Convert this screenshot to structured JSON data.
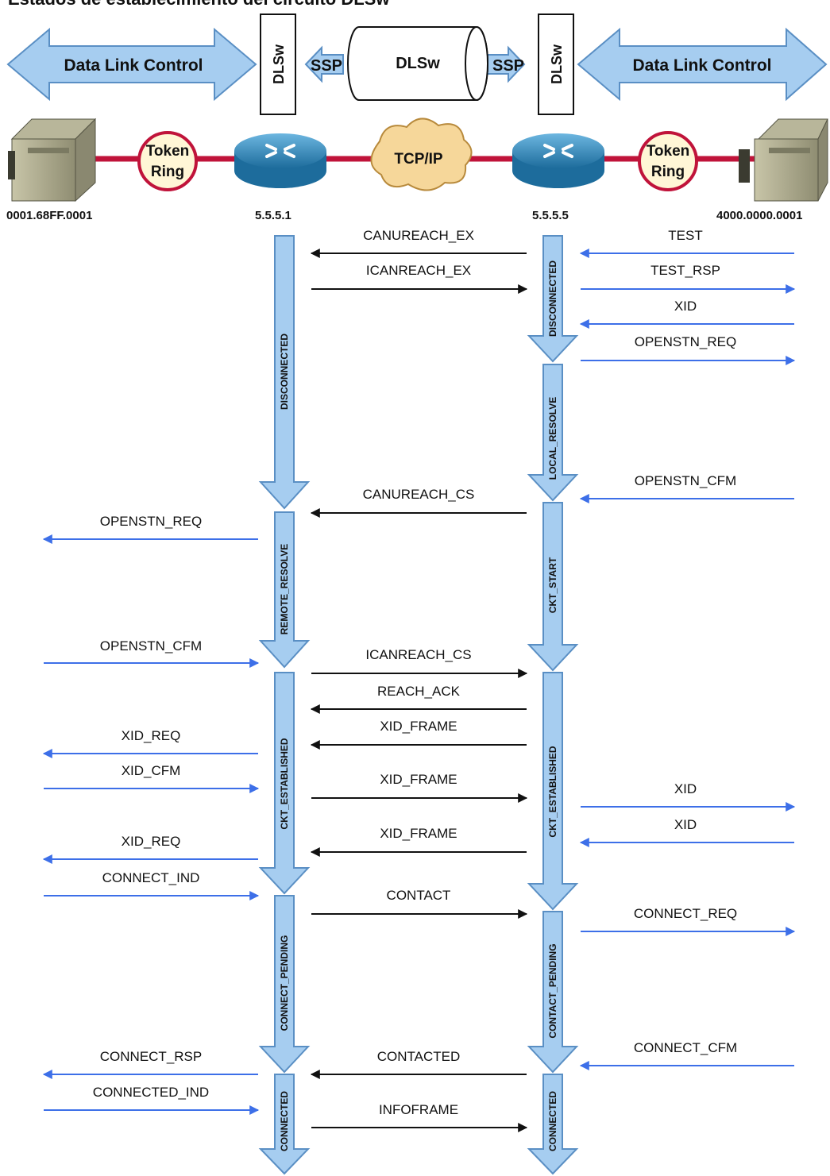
{
  "title": "Estados de establecimiento del circuito DLSw",
  "top": {
    "dlc_left": "Data Link Control",
    "dlc_right": "Data Link Control",
    "dlsw_left": "DLSw",
    "dlsw_right": "DLSw",
    "ssp_left": "SSP",
    "ssp_right": "SSP",
    "cylinder": "DLSw"
  },
  "network": {
    "token_ring_left": [
      "Token",
      "Ring"
    ],
    "token_ring_right": [
      "Token",
      "Ring"
    ],
    "cloud": "TCP/IP"
  },
  "addresses": {
    "host_left": "0001.68FF.0001",
    "router_left": "5.5.5.1",
    "router_right": "5.5.5.5",
    "host_right": "4000.0000.0001"
  },
  "states_left": [
    {
      "label": "DISCONNECTED"
    },
    {
      "label": "REMOTE_RESOLVE"
    },
    {
      "label": "CKT_ESTABLISHED"
    },
    {
      "label": "CONNECT_PENDING"
    },
    {
      "label": "CONNECTED"
    }
  ],
  "states_right": [
    {
      "label": "DISCONNECTED"
    },
    {
      "label": "LOCAL_RESOLVE"
    },
    {
      "label": "CKT_START"
    },
    {
      "label": "CKT_ESTABLISHED"
    },
    {
      "label": "CONTACT_PENDING"
    },
    {
      "label": "CONNECTED"
    }
  ],
  "messages_left": [
    {
      "label": "OPENSTN_REQ",
      "dir": "left"
    },
    {
      "label": "OPENSTN_CFM",
      "dir": "right"
    },
    {
      "label": "XID_REQ",
      "dir": "left"
    },
    {
      "label": "XID_CFM",
      "dir": "right"
    },
    {
      "label": "XID_REQ",
      "dir": "left"
    },
    {
      "label": "CONNECT_IND",
      "dir": "right"
    },
    {
      "label": "CONNECT_RSP",
      "dir": "left"
    },
    {
      "label": "CONNECTED_IND",
      "dir": "right"
    }
  ],
  "messages_middle": [
    {
      "label": "CANUREACH_EX",
      "dir": "left"
    },
    {
      "label": "ICANREACH_EX",
      "dir": "right"
    },
    {
      "label": "CANUREACH_CS",
      "dir": "left"
    },
    {
      "label": "ICANREACH_CS",
      "dir": "right"
    },
    {
      "label": "REACH_ACK",
      "dir": "left"
    },
    {
      "label": "XID_FRAME",
      "dir": "left"
    },
    {
      "label": "XID_FRAME",
      "dir": "right"
    },
    {
      "label": "XID_FRAME",
      "dir": "left"
    },
    {
      "label": "CONTACT",
      "dir": "right"
    },
    {
      "label": "CONTACTED",
      "dir": "left"
    },
    {
      "label": "INFOFRAME",
      "dir": "right"
    }
  ],
  "messages_right": [
    {
      "label": "TEST",
      "dir": "left"
    },
    {
      "label": "TEST_RSP",
      "dir": "right"
    },
    {
      "label": "XID",
      "dir": "left"
    },
    {
      "label": "OPENSTN_REQ",
      "dir": "right"
    },
    {
      "label": "OPENSTN_CFM",
      "dir": "left"
    },
    {
      "label": "XID",
      "dir": "right"
    },
    {
      "label": "XID",
      "dir": "left"
    },
    {
      "label": "CONNECT_REQ",
      "dir": "right"
    },
    {
      "label": "CONNECT_CFM",
      "dir": "left"
    }
  ],
  "colors": {
    "big_arrow": "#a6cdf0",
    "big_arrow_stroke": "#5a8fc4",
    "local_arrow": "#3d6fe8",
    "remote_arrow": "#111111",
    "link_line": "#c0133a",
    "router": "#2f86b8",
    "cloud": "#f6d79a",
    "ring_fill": "#fff6d6",
    "ring_stroke": "#c0133a"
  }
}
